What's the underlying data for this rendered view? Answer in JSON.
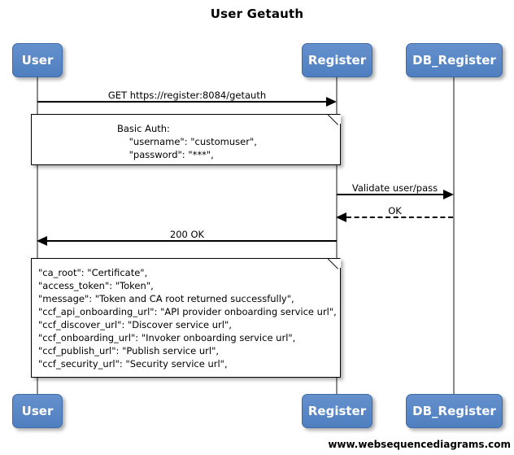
{
  "diagram": {
    "title": "User Getauth",
    "footer": "www.websequencediagrams.com",
    "accent_color": "#5787c8",
    "line_color": "#000000",
    "lifeline_color": "#8a8a8a",
    "background": "#ffffff"
  },
  "participants": [
    {
      "id": "user",
      "label": "User"
    },
    {
      "id": "register",
      "label": "Register"
    },
    {
      "id": "db_register",
      "label": "DB_Register"
    }
  ],
  "participants_bottom": [
    {
      "id": "user",
      "label": "User"
    },
    {
      "id": "register",
      "label": "Register"
    },
    {
      "id": "db_register",
      "label": "DB_Register"
    }
  ],
  "messages": [
    {
      "id": "get-getauth",
      "label": "GET https://register:8084/getauth",
      "from": "user",
      "to": "register",
      "direction": "right",
      "style": "solid"
    },
    {
      "id": "validate-user-pass",
      "label": "Validate user/pass",
      "from": "register",
      "to": "db_register",
      "direction": "right",
      "style": "solid"
    },
    {
      "id": "ok",
      "label": "OK",
      "from": "db_register",
      "to": "register",
      "direction": "left",
      "style": "dashed"
    },
    {
      "id": "200-ok",
      "label": "200 OK",
      "from": "register",
      "to": "user",
      "direction": "left",
      "style": "solid"
    }
  ],
  "notes": [
    {
      "id": "basic-auth-note",
      "lines": [
        "Basic Auth:",
        "    \"username\": \"customuser\",",
        "    \"password\": \"***\","
      ],
      "text": "Basic Auth:\n    \"username\": \"customuser\",\n    \"password\": \"***\","
    },
    {
      "id": "response-body-note",
      "lines": [
        "\"ca_root\": \"Certificate\",",
        "\"access_token\": \"Token\",",
        "\"message\": \"Token and CA root returned successfully\",",
        "\"ccf_api_onboarding_url\": \"API provider onboarding service url\",",
        "\"ccf_discover_url\": \"Discover service url\",",
        "\"ccf_onboarding_url\": \"Invoker onboarding service url\",",
        "\"ccf_publish_url\": \"Publish service url\",",
        "\"ccf_security_url\": \"Security service url\","
      ],
      "text": "\"ca_root\": \"Certificate\",\n\"access_token\": \"Token\",\n\"message\": \"Token and CA root returned successfully\",\n\"ccf_api_onboarding_url\": \"API provider onboarding service url\",\n\"ccf_discover_url\": \"Discover service url\",\n\"ccf_onboarding_url\": \"Invoker onboarding service url\",\n\"ccf_publish_url\": \"Publish service url\",\n\"ccf_security_url\": \"Security service url\","
    }
  ]
}
